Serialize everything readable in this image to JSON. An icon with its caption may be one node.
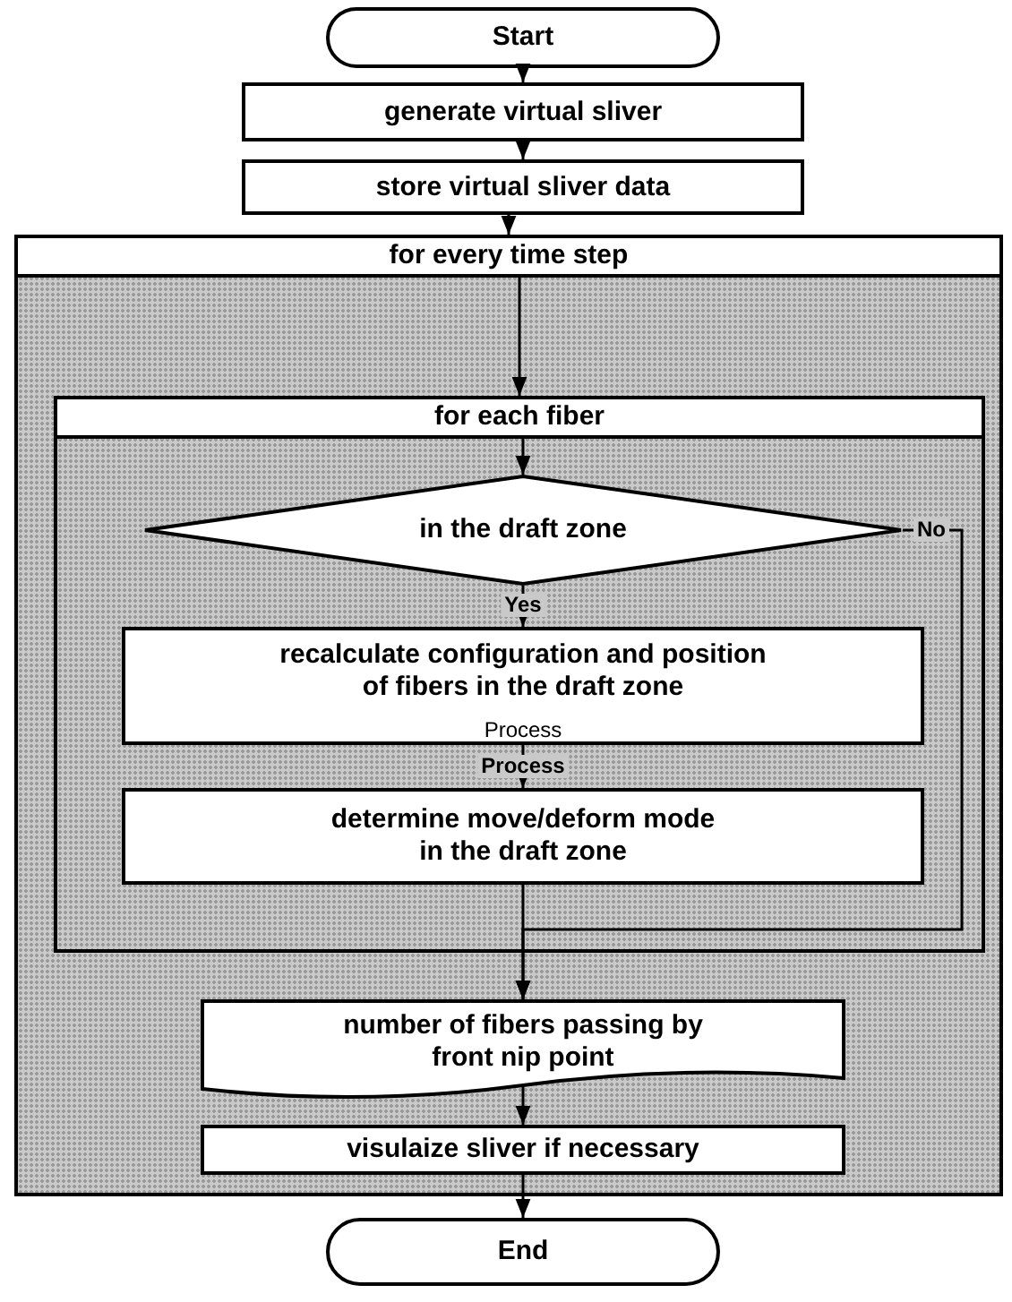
{
  "diagram": {
    "nodes": [
      {
        "text": [
          "Start"
        ]
      },
      {
        "text": [
          "generate virtual sliver"
        ]
      },
      {
        "text": [
          "store virtual sliver data"
        ]
      },
      {
        "text": [
          "for every time step"
        ]
      },
      {
        "text": [
          "for each fiber"
        ],
        "in": 3
      },
      {
        "text": [
          "in the draft zone"
        ],
        "in": 4
      },
      {
        "text": [
          "recalculate configuration and position of fibers in the draft zone"
        ],
        "in": 4
      },
      {
        "text": [
          "determine move/deform mode in the draft zone"
        ],
        "in": 4
      },
      {
        "text": [
          "number of fibers passing by front nip point"
        ],
        "in": 3
      },
      {
        "text": [
          "visulaize sliver if necessary"
        ],
        "in": 3
      },
      {
        "text": [
          "End"
        ]
      }
    ],
    "edges": [
      {
        "from": 0,
        "to": 1,
        "arrow": "to"
      },
      {
        "from": 1,
        "to": 2,
        "arrow": "to"
      },
      {
        "from": 2,
        "to": 3,
        "arrow": "to"
      },
      {
        "from": 3,
        "to": 4,
        "arrow": "to"
      },
      {
        "from": 4,
        "to": 5,
        "arrow": "to"
      },
      {
        "from": 5,
        "to": 6,
        "label": "Yes",
        "arrow": "to"
      },
      {
        "from": 6,
        "to": 7,
        "label": "Process",
        "arrow": "to"
      },
      {
        "from": 7,
        "to": 8,
        "arrow": "to"
      },
      {
        "from": 5,
        "to": 8,
        "label": "No",
        "arrow": "to"
      },
      {
        "from": 8,
        "to": 9,
        "arrow": "to"
      },
      {
        "from": 9,
        "to": 10,
        "arrow": "to"
      }
    ],
    "labels": [
      "Process"
    ]
  }
}
